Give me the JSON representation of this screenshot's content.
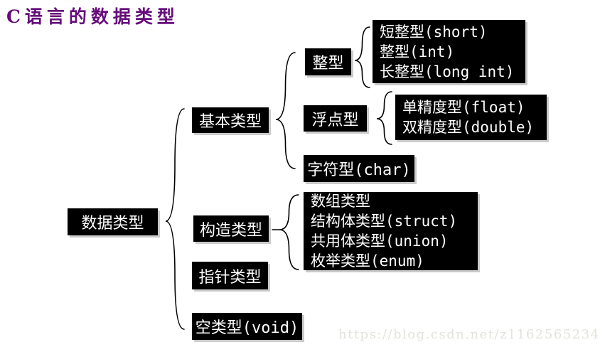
{
  "title": {
    "text": "C语言的数据类型",
    "color": "#650c7a"
  },
  "watermark": {
    "text": "https://blog.csdn.net/z1162565234",
    "color": "#e3e2db"
  },
  "colors": {
    "node_background": "#000000",
    "node_text": "#ffffff",
    "brace_line": "#000000",
    "shadow": "#cbcbcb",
    "page_background": "#ffffff"
  },
  "tree": {
    "root": {
      "label": "数据类型"
    },
    "branches": [
      {
        "label": "基本类型",
        "children": [
          {
            "label": "整型",
            "items": [
              "短整型(short)",
              "整型(int)",
              "长整型(long int)"
            ]
          },
          {
            "label": "浮点型",
            "items": [
              "单精度型(float)",
              "双精度型(double)"
            ]
          },
          {
            "label": "字符型(char)"
          }
        ]
      },
      {
        "label": "构造类型",
        "items": [
          "数组类型",
          "结构体类型(struct)",
          "共用体类型(union)",
          "枚举类型(enum)"
        ]
      },
      {
        "label": "指针类型"
      },
      {
        "label": "空类型(void)"
      }
    ]
  }
}
